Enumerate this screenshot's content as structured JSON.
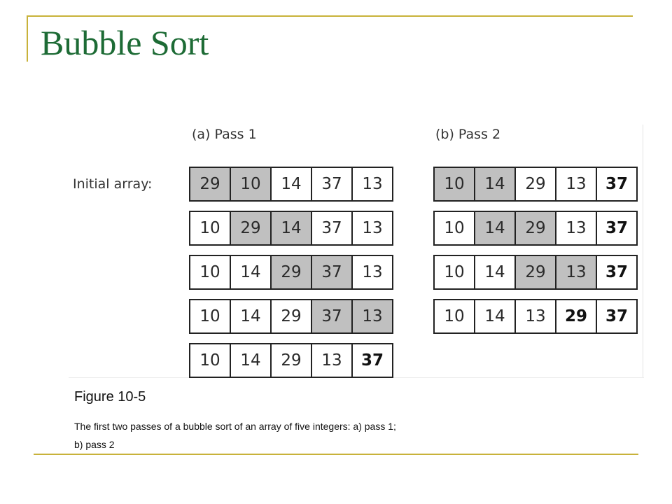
{
  "slide": {
    "title": "Bubble Sort"
  },
  "figure": {
    "row_label": "Initial array:",
    "passes": [
      {
        "heading": "(a) Pass 1",
        "rows": [
          {
            "values": [
              "29",
              "10",
              "14",
              "37",
              "13"
            ],
            "highlight": [
              0,
              1
            ],
            "sorted": []
          },
          {
            "values": [
              "10",
              "29",
              "14",
              "37",
              "13"
            ],
            "highlight": [
              1,
              2
            ],
            "sorted": []
          },
          {
            "values": [
              "10",
              "14",
              "29",
              "37",
              "13"
            ],
            "highlight": [
              2,
              3
            ],
            "sorted": []
          },
          {
            "values": [
              "10",
              "14",
              "29",
              "37",
              "13"
            ],
            "highlight": [
              3,
              4
            ],
            "sorted": []
          },
          {
            "values": [
              "10",
              "14",
              "29",
              "13",
              "37"
            ],
            "highlight": [],
            "sorted": [
              4
            ]
          }
        ]
      },
      {
        "heading": "(b) Pass 2",
        "rows": [
          {
            "values": [
              "10",
              "14",
              "29",
              "13",
              "37"
            ],
            "highlight": [
              0,
              1
            ],
            "sorted": [
              4
            ]
          },
          {
            "values": [
              "10",
              "14",
              "29",
              "13",
              "37"
            ],
            "highlight": [
              1,
              2
            ],
            "sorted": [
              4
            ]
          },
          {
            "values": [
              "10",
              "14",
              "29",
              "13",
              "37"
            ],
            "highlight": [
              2,
              3
            ],
            "sorted": [
              4
            ]
          },
          {
            "values": [
              "10",
              "14",
              "13",
              "29",
              "37"
            ],
            "highlight": [],
            "sorted": [
              3,
              4
            ]
          }
        ]
      }
    ],
    "label": "Figure 10-5",
    "caption_line1": "The first two passes of a bubble sort of an array of five integers: a) pass 1;",
    "caption_line2": "b) pass 2"
  }
}
